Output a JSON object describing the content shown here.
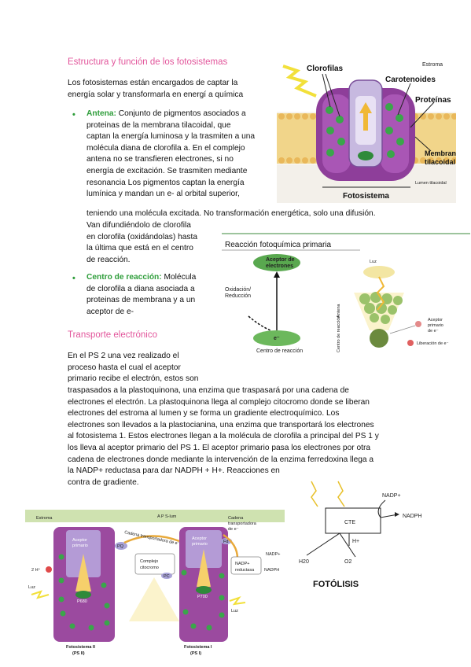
{
  "section1": {
    "heading": "Estructura y función de los fotosistemas",
    "intro_line1": "Los fotosistemas están encargados de captar la",
    "intro_line2": "energía solar y transformarla en energí a química",
    "antena": {
      "label": "Antena:",
      "line1": " Conjunto de pigmentos asociados a",
      "line2": "proteinas de la membrana tilacoidal, que",
      "line3": "captan la energía luminosa y la trasmiten a una",
      "line4": "molécula diana de clorofila a.  En el complejo",
      "line5": "antena no se transfieren electrones, si no",
      "line6": "energía de excitación. Se trasmiten mediante",
      "line7": "resonancia  Los pigmentos captan la energía",
      "line8": "lumínica y mandan un e- al orbital superior,",
      "line9": "teniendo una molécula excitada.  No transformación energética, solo una difusión.",
      "line10": "Van difundiéndolo de clorofila",
      "line11": "en clorofila (oxidándolas) hasta",
      "line12": "la última que está en el centro",
      "line13": "de reacción."
    },
    "centro": {
      "label": "Centro de reacción:",
      "line1": " Molécula",
      "line2": "de clorofila a diana asociada a",
      "line3": "proteinas de membrana y a un",
      "line4": "aceptor de e-"
    }
  },
  "section2": {
    "heading": "Transporte electrónico",
    "lines": [
      "En el PS 2 una vez realizado el",
      "proceso hasta el cual el aceptor",
      "primario recibe el electrón, estos son",
      "traspasados a la plastoquinona, una enzima que traspasará por una cadena de",
      "electrones el electrón.  La plastoquinona llega al complejo citocromo donde se liberan",
      "electrones del estroma al lumen y se forma un gradiente electroquímico.  Los",
      "electrones son llevados a la plastocianina, una enzima que transportará los electrones",
      "al fotosistema 1.  Estos electrones llegan a la molécula de clorofila a principal del PS 1 y",
      "los lleva al aceptor primario del PS 1.  El aceptor primario pasa los electrones por otra",
      "cadena de electrones donde mediante la intervención de la enzima ferredoxina llega a",
      "la NADP+ reductasa para dar NADPH + H+.  Reacciones en",
      "contra de gradiente."
    ]
  },
  "figure1": {
    "clorofilas": "Clorofilas",
    "estroma": "Estroma",
    "carotenoides": "Carotenoides",
    "proteinas": "Proteínas",
    "membrana1": "Membrana",
    "membrana2": "tilacoidal",
    "fotosistema": "Fotosistema",
    "lumen": "Lumen tilacoidal"
  },
  "figure2": {
    "title": "Reacción  fotoquímica primaria",
    "aceptor1": "Aceptor de",
    "aceptor2": "electrones",
    "oxidacion1": "Oxidación/",
    "oxidacion2": "Reducción",
    "electron": "e⁻",
    "centro": "Centro de reacción",
    "luz": "Luz",
    "antena": "Antena",
    "centro_vert": "Centro de reacción",
    "aceptor_prim1": "Aceptor",
    "aceptor_prim2": "primario",
    "aceptor_prim3": "de e⁻",
    "liberacion": "Liberación de e⁻"
  },
  "figure3": {
    "estroma": "Estroma",
    "lumen": "A P S-lum",
    "ps2_line1": "Fotosistema II",
    "ps2_line2": "(PS II)",
    "ps1_line1": "Fotosistema I",
    "ps1_line2": "(PS I)",
    "aceptor_line1": "Aceptor",
    "aceptor_line2": "primario",
    "complejo1": "Complejo",
    "complejo2": "citocromo",
    "cadena1": "Cadena transportadora de e⁻",
    "cadena2_1": "Cadena",
    "cadena2_2": "transportadora",
    "cadena2_3": "de e⁻",
    "nadp_red1": "NADP+",
    "nadp_red2": "reductasa",
    "p680": "P680",
    "p700": "P700",
    "pq": "PQ",
    "pc": "PC",
    "fd": "Fd",
    "h2o": "2 H⁺",
    "luz": "Luz",
    "nadp": "NADP+",
    "nadph": "NADPH"
  },
  "figure4": {
    "cte": "CTE",
    "nadp": "NADP+",
    "nadph": "NADPH",
    "h2o": "H20",
    "o2": "O2",
    "h": "H+",
    "caption": "FOTÓLISIS"
  },
  "colors": {
    "heading": "#e2559b",
    "bullet": "#2e9d3a",
    "membrane_purple": "#8e3e9a",
    "lipid_yellow": "#f1d58a"
  }
}
